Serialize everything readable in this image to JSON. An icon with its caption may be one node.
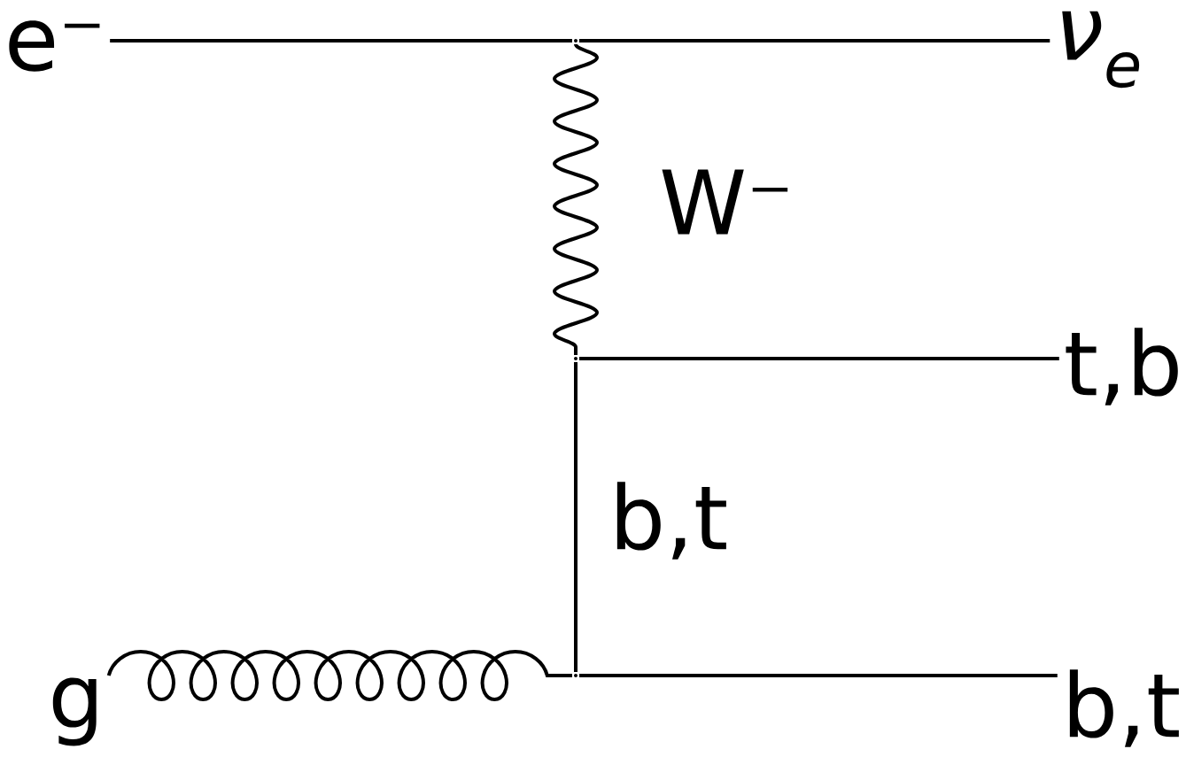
{
  "diagram": {
    "nodes": [
      {
        "text": [
          "e⁻"
        ]
      },
      {
        "text": [
          "ν$_{e}$"
        ]
      },
      {
        "text": [
          "t,b"
        ]
      },
      {
        "text": [
          "b,t"
        ]
      },
      {
        "text": [
          "g"
        ]
      },
      {
        "text": [],
        "shape": "point"
      },
      {
        "text": [],
        "shape": "point"
      },
      {
        "text": [],
        "shape": "point"
      }
    ],
    "edges": [
      {
        "from": 0,
        "to": 5,
        "arrow": "none"
      },
      {
        "from": 5,
        "to": 1,
        "arrow": "none"
      },
      {
        "from": 5,
        "to": 6,
        "arrow": "none",
        "label": "W⁻"
      },
      {
        "from": 6,
        "to": 2,
        "arrow": "none"
      },
      {
        "from": 6,
        "to": 7,
        "arrow": "none",
        "label": "b,t"
      },
      {
        "from": 4,
        "to": 7,
        "arrow": "none"
      },
      {
        "from": 7,
        "to": 3,
        "arrow": "none"
      }
    ]
  }
}
